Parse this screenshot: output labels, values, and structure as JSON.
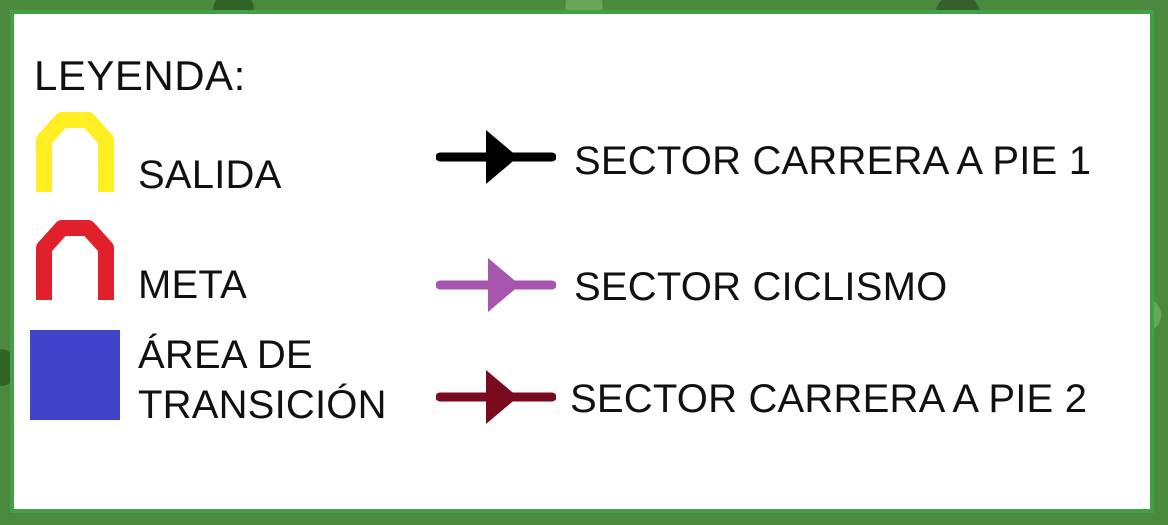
{
  "legend": {
    "title": "LEYENDA:",
    "items": [
      {
        "label": "SALIDA",
        "icon": "yellow-arch-icon",
        "color": "#ffee22"
      },
      {
        "label": "META",
        "icon": "red-arch-icon",
        "color": "#e0202a"
      },
      {
        "label_lines": [
          "ÁREA DE",
          "TRANSICIÓN"
        ],
        "icon": "blue-square-icon",
        "color": "#3f44c8"
      },
      {
        "label": "SECTOR CARRERA A PIE 1",
        "icon": "black-arrow-icon",
        "color": "#000000"
      },
      {
        "label": "SECTOR CICLISMO",
        "icon": "purple-arrow-icon",
        "color": "#a855b0"
      },
      {
        "label": "SECTOR CARRERA A PIE 2",
        "icon": "dark-red-arrow-icon",
        "color": "#7a0a1e"
      }
    ]
  }
}
